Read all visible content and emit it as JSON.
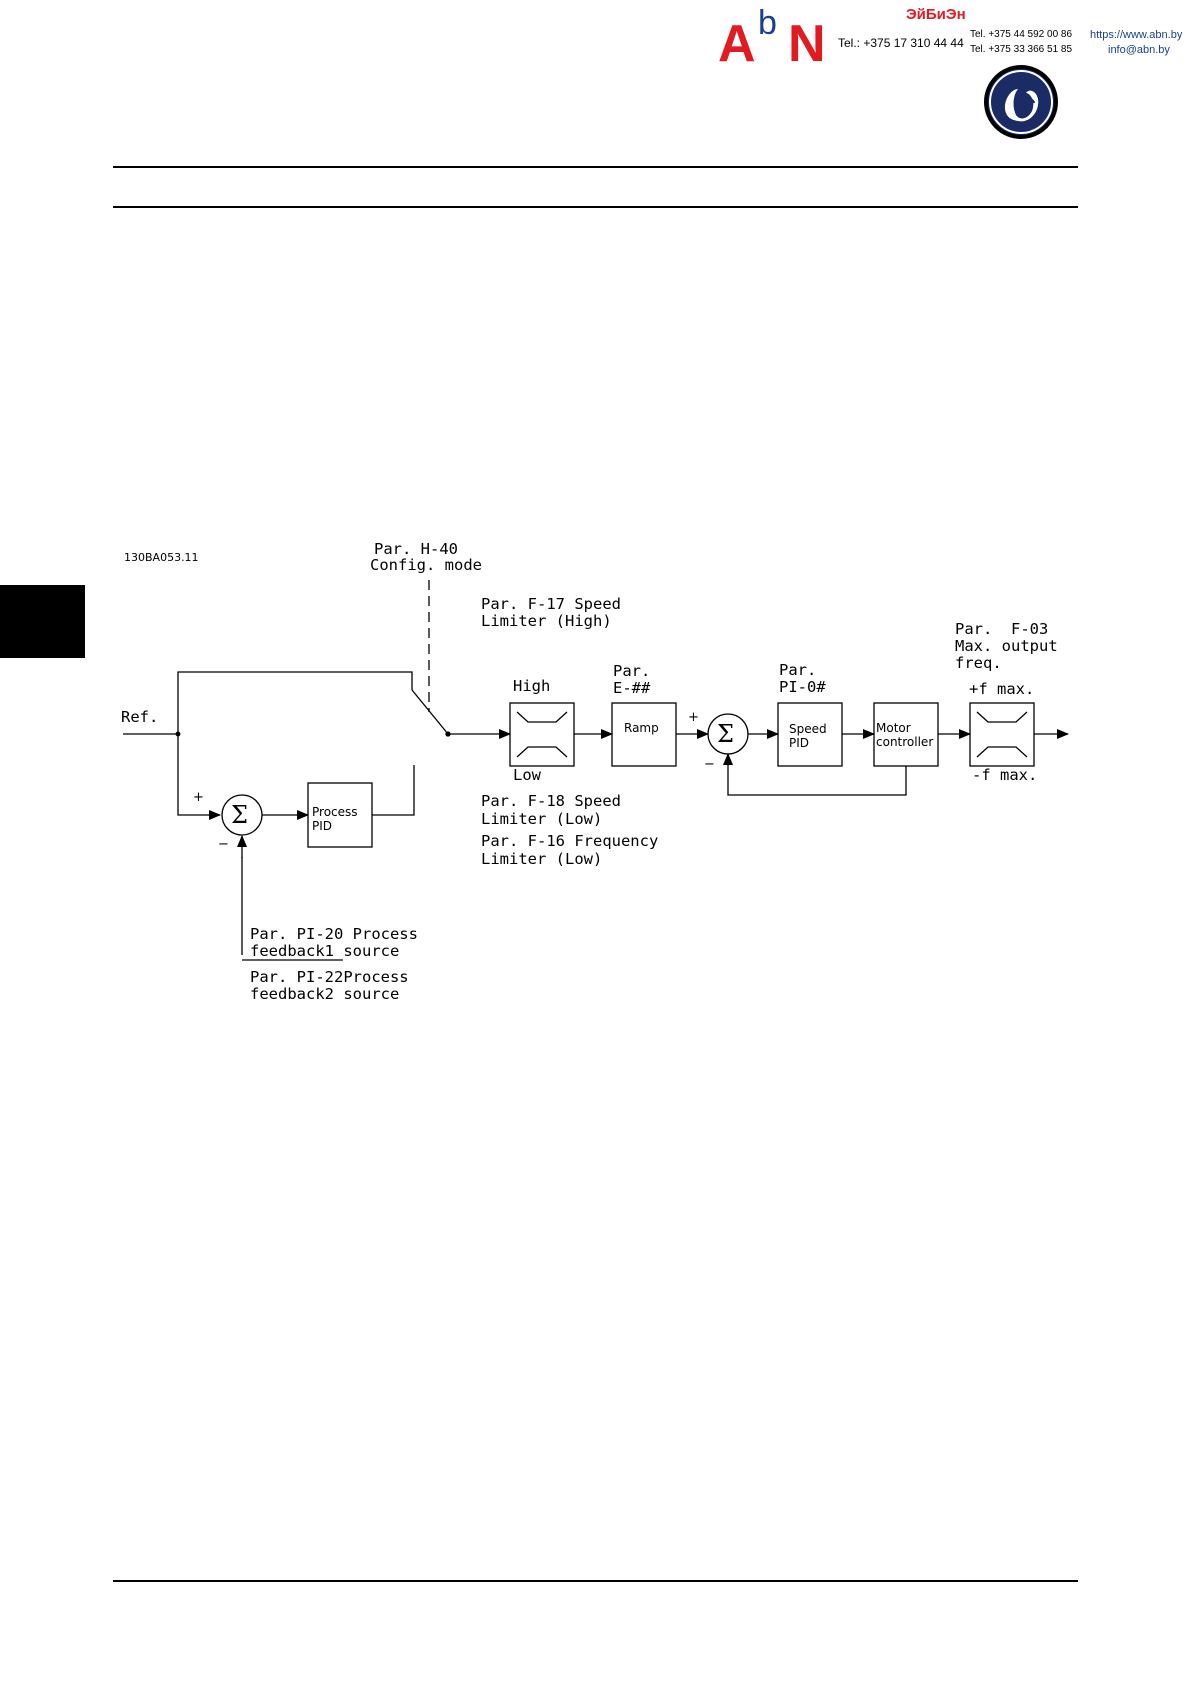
{
  "header": {
    "logo": {
      "letter_a": "A",
      "letter_b": "b",
      "letter_n": "N",
      "color_red": "#e21b23",
      "color_blue": "#1a3f8f"
    },
    "company_name": "ЭйБиЭн",
    "tel_main": "Tel.: +375 17 310 44 44",
    "tel_1": "Tel. +375 44 592 00 86",
    "tel_2": "Tel. +375 33 366 51 85",
    "website": "https://www.abn.by",
    "email": "info@abn.by",
    "ge_logo": "ge-logo"
  },
  "diagram": {
    "code": "130BA053.11",
    "ref_label": "Ref.",
    "config_mode": [
      "Par. H-40",
      "Config. mode"
    ],
    "speed_limiter_high": [
      "Par. F-17 Speed",
      "Limiter (High)"
    ],
    "speed_limiter_low": [
      "Par. F-18 Speed",
      "Limiter (Low)"
    ],
    "freq_limiter_low": [
      "Par. F-16 Frequency",
      "Limiter (Low)"
    ],
    "high_label": "High",
    "low_label": "Low",
    "ramp_par": [
      "Par.",
      "E-##"
    ],
    "ramp_block": "Ramp",
    "speed_pid_par": [
      "Par.",
      "PI-0#"
    ],
    "speed_pid_block": [
      "Speed",
      "PID"
    ],
    "motor_block": [
      "Motor",
      "controller"
    ],
    "max_output": [
      "Par.  F-03",
      "Max. output",
      "freq."
    ],
    "plus_f_max": "+f max.",
    "minus_f_max": "-f max.",
    "process_pid_block": [
      "Process",
      "PID"
    ],
    "feedback1": [
      "Par. PI-20 Process",
      "feedback1 source"
    ],
    "feedback2": [
      "Par. PI-22Process",
      "feedback2 source"
    ],
    "sum_symbol": "Σ",
    "plus": "+",
    "minus": "−"
  }
}
